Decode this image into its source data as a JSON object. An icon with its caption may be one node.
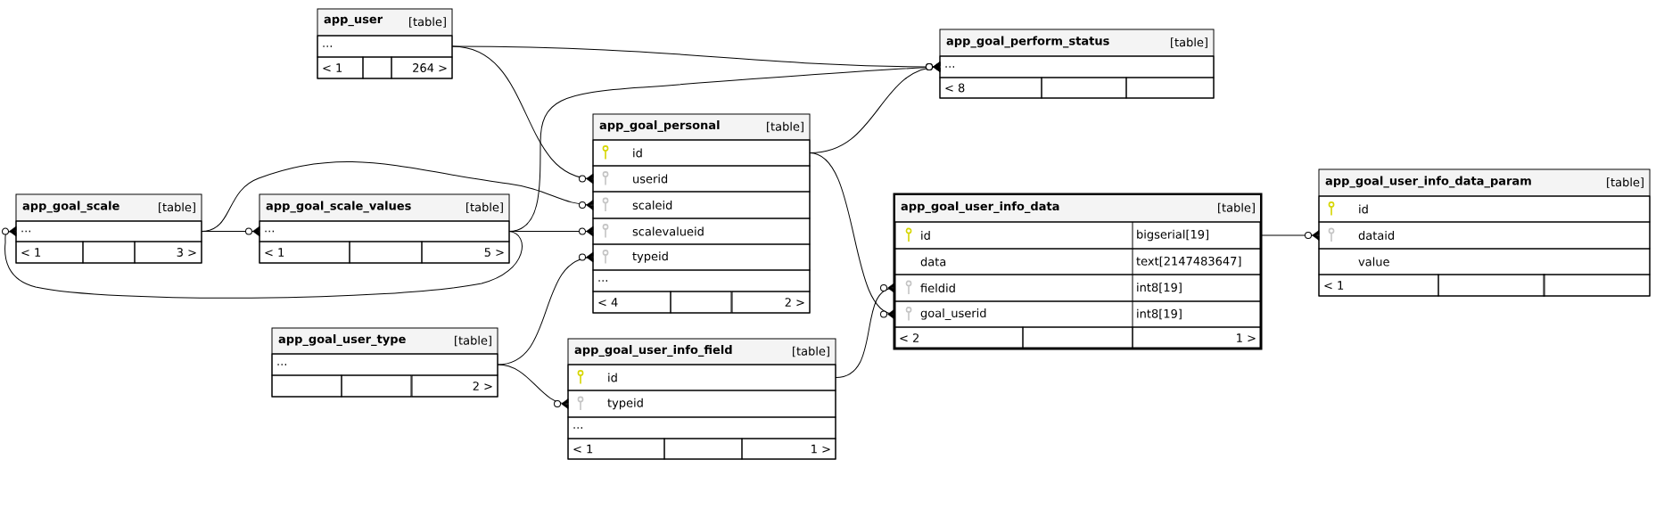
{
  "diagram": {
    "nodes": [
      {
        "text": [
          "app_user",
          "[table]"
        ]
      },
      {
        "text": [
          "..."
        ],
        "in": 0
      },
      {
        "text": [
          "< 1"
        ],
        "in": 0
      },
      {
        "text": [],
        "shape": "box",
        "in": 0
      },
      {
        "text": [
          "264 >"
        ],
        "in": 0
      },
      {
        "text": [
          "app_goal_perform_status",
          "[table]"
        ]
      },
      {
        "text": [
          "..."
        ],
        "in": 5
      },
      {
        "text": [
          "< 8"
        ],
        "in": 5
      },
      {
        "text": [],
        "shape": "box",
        "in": 5
      },
      {
        "text": [],
        "shape": "box",
        "in": 5
      },
      {
        "text": [
          "app_goal_scale",
          "[table]"
        ]
      },
      {
        "text": [
          "..."
        ],
        "in": 10
      },
      {
        "text": [
          "< 1"
        ],
        "in": 10
      },
      {
        "text": [],
        "shape": "box",
        "in": 10
      },
      {
        "text": [
          "3 >"
        ],
        "in": 10
      },
      {
        "text": [
          "app_goal_scale_values",
          "[table]"
        ]
      },
      {
        "text": [
          "..."
        ],
        "in": 15
      },
      {
        "text": [
          "< 1"
        ],
        "in": 15
      },
      {
        "text": [],
        "shape": "box",
        "in": 15
      },
      {
        "text": [
          "5 >"
        ],
        "in": 15
      },
      {
        "text": [
          "app_goal_personal",
          "[table]"
        ]
      },
      {
        "text": [
          "id"
        ],
        "in": 20
      },
      {
        "text": [
          "userid"
        ],
        "in": 20
      },
      {
        "text": [
          "scaleid"
        ],
        "in": 20
      },
      {
        "text": [
          "scalevalueid"
        ],
        "in": 20
      },
      {
        "text": [
          "typeid"
        ],
        "in": 20
      },
      {
        "text": [
          "..."
        ],
        "in": 20
      },
      {
        "text": [
          "< 4"
        ],
        "in": 20
      },
      {
        "text": [],
        "shape": "box",
        "in": 20
      },
      {
        "text": [
          "2 >"
        ],
        "in": 20
      },
      {
        "text": [
          "app_goal_user_info_data",
          "[table]"
        ]
      },
      {
        "text": [
          "id",
          "bigserial[19]"
        ],
        "in": 30
      },
      {
        "text": [
          "data",
          "text[2147483647]"
        ],
        "in": 30
      },
      {
        "text": [
          "fieldid",
          "int8[19]"
        ],
        "in": 30
      },
      {
        "text": [
          "goal_userid",
          "int8[19]"
        ],
        "in": 30
      },
      {
        "text": [
          "< 2"
        ],
        "in": 30
      },
      {
        "text": [],
        "shape": "box",
        "in": 30
      },
      {
        "text": [
          "1 >"
        ],
        "in": 30
      },
      {
        "text": [
          "app_goal_user_info_data_param",
          "[table]"
        ]
      },
      {
        "text": [
          "id"
        ],
        "in": 38
      },
      {
        "text": [
          "dataid"
        ],
        "in": 38
      },
      {
        "text": [
          "value"
        ],
        "in": 38
      },
      {
        "text": [
          "< 1"
        ],
        "in": 38
      },
      {
        "text": [],
        "shape": "box",
        "in": 38
      },
      {
        "text": [],
        "shape": "box",
        "in": 38
      },
      {
        "text": [
          "app_goal_user_type",
          "[table]"
        ]
      },
      {
        "text": [
          "..."
        ],
        "in": 45
      },
      {
        "text": [],
        "shape": "box",
        "in": 45
      },
      {
        "text": [],
        "shape": "box",
        "in": 45
      },
      {
        "text": [
          "2 >"
        ],
        "in": 45
      },
      {
        "text": [
          "app_goal_user_info_field",
          "[table]"
        ]
      },
      {
        "text": [
          "id"
        ],
        "in": 50
      },
      {
        "text": [
          "typeid"
        ],
        "in": 50
      },
      {
        "text": [
          "..."
        ],
        "in": 50
      },
      {
        "text": [
          "< 1"
        ],
        "in": 50
      },
      {
        "text": [],
        "shape": "box",
        "in": 50
      },
      {
        "text": [
          "1 >"
        ],
        "in": 50
      }
    ],
    "edges": [
      {
        "from": 1,
        "to": 6,
        "arrow": "other"
      },
      {
        "from": 1,
        "to": 22,
        "arrow": "other"
      },
      {
        "from": 21,
        "to": 6,
        "arrow": "other"
      },
      {
        "from": 16,
        "to": 6,
        "arrow": "other"
      },
      {
        "from": 11,
        "to": 23,
        "arrow": "other"
      },
      {
        "from": 11,
        "to": 16,
        "arrow": "other"
      },
      {
        "from": 16,
        "to": 24,
        "arrow": "other"
      },
      {
        "from": 16,
        "to": 11,
        "arrow": "other"
      },
      {
        "from": 46,
        "to": 25,
        "arrow": "other"
      },
      {
        "from": 46,
        "to": 52,
        "arrow": "other"
      },
      {
        "from": 21,
        "to": 34,
        "arrow": "other"
      },
      {
        "from": 51,
        "to": 33,
        "arrow": "other"
      },
      {
        "from": 31,
        "to": 40,
        "arrow": "other"
      }
    ]
  }
}
